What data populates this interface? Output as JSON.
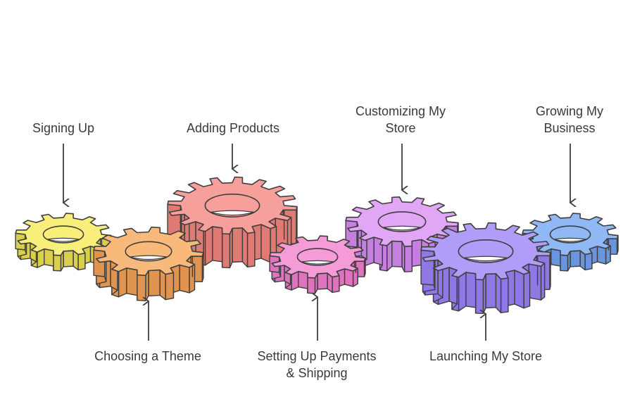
{
  "steps": [
    {
      "key": "signing",
      "label": "Signing Up",
      "color": "#f7ef7a",
      "dark": "#d9cf4a",
      "order": 1
    },
    {
      "key": "theme",
      "label": "Choosing a Theme",
      "color": "#f8b97a",
      "dark": "#e0944f",
      "order": 2
    },
    {
      "key": "adding",
      "label": "Adding Products",
      "color": "#f79f9a",
      "dark": "#e07a75",
      "order": 3
    },
    {
      "key": "payments",
      "label": "Setting Up Payments\n& Shipping",
      "color": "#f59bd7",
      "dark": "#dd74bd",
      "order": 4
    },
    {
      "key": "custom",
      "label": "Customizing My\nStore",
      "color": "#e1a6f5",
      "dark": "#c47fdf",
      "order": 5
    },
    {
      "key": "launch",
      "label": "Launching My Store",
      "color": "#b19cf7",
      "dark": "#8f77e6",
      "order": 6
    },
    {
      "key": "growing",
      "label": "Growing My\nBusiness",
      "color": "#8fb8f5",
      "dark": "#6995e0",
      "order": 7
    }
  ],
  "labels": {
    "signing": "Signing Up",
    "theme": "Choosing a Theme",
    "adding": "Adding Products",
    "payments": "Setting Up Payments\n& Shipping",
    "custom": "Customizing My\nStore",
    "launch": "Launching My Store",
    "growing": "Growing My\nBusiness"
  },
  "colors": {
    "outline": "#3f3f3f",
    "arrow": "#3f3f3f"
  }
}
